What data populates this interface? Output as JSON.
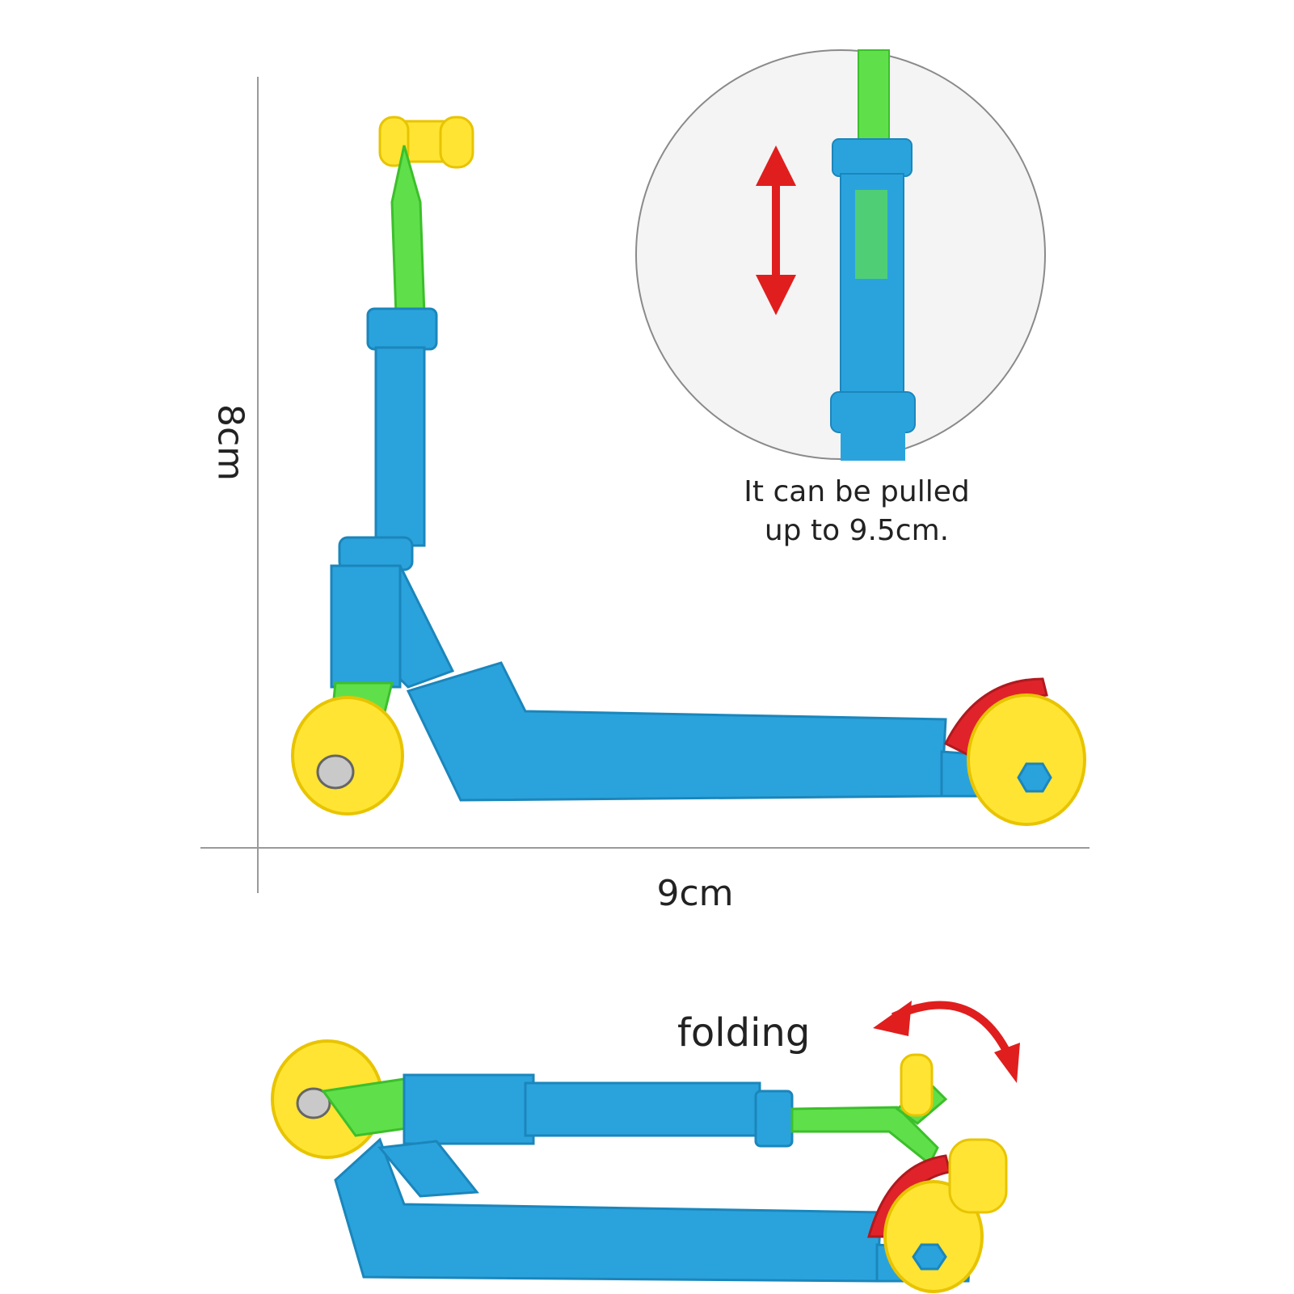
{
  "dimensions": {
    "height": "8cm",
    "width": "9cm"
  },
  "callout": {
    "caption_line1": "It can be pulled",
    "caption_line2": "up to 9.5cm."
  },
  "folding": {
    "label": "folding"
  },
  "colors": {
    "deck_blue": "#2aa3dd",
    "stem_green": "#5fe04a",
    "wheel_yellow": "#ffe433",
    "brake_red": "#e0232a",
    "arrow_red": "#e01e1e"
  },
  "icons": [
    "double-arrow-icon",
    "curved-double-arrow-icon"
  ]
}
